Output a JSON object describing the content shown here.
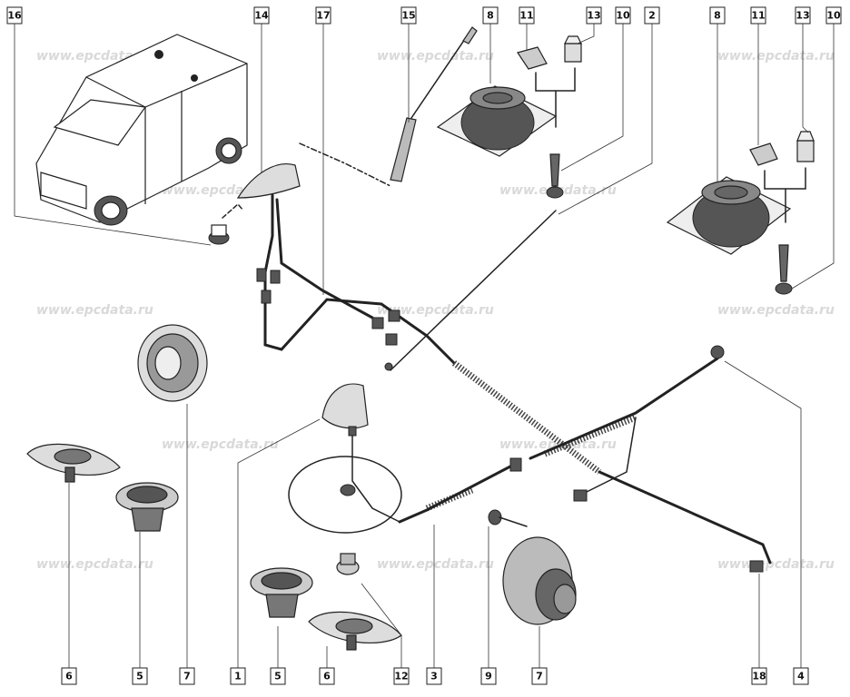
{
  "watermark": "www.epcdata.ru",
  "callouts": [
    {
      "id": "c16",
      "label": "16"
    },
    {
      "id": "c14",
      "label": "14"
    },
    {
      "id": "c17",
      "label": "17"
    },
    {
      "id": "c15",
      "label": "15"
    },
    {
      "id": "c8a",
      "label": "8"
    },
    {
      "id": "c11a",
      "label": "11"
    },
    {
      "id": "c13a",
      "label": "13"
    },
    {
      "id": "c10a",
      "label": "10"
    },
    {
      "id": "c2",
      "label": "2"
    },
    {
      "id": "c8b",
      "label": "8"
    },
    {
      "id": "c11b",
      "label": "11"
    },
    {
      "id": "c13b",
      "label": "13"
    },
    {
      "id": "c10b",
      "label": "10"
    },
    {
      "id": "c6a",
      "label": "6"
    },
    {
      "id": "c5a",
      "label": "5"
    },
    {
      "id": "c7a",
      "label": "7"
    },
    {
      "id": "c1",
      "label": "1"
    },
    {
      "id": "c5b",
      "label": "5"
    },
    {
      "id": "c6b",
      "label": "6"
    },
    {
      "id": "c12",
      "label": "12"
    },
    {
      "id": "c3",
      "label": "3"
    },
    {
      "id": "c9",
      "label": "9"
    },
    {
      "id": "c7b",
      "label": "7"
    },
    {
      "id": "c18",
      "label": "18"
    },
    {
      "id": "c4",
      "label": "4"
    }
  ]
}
